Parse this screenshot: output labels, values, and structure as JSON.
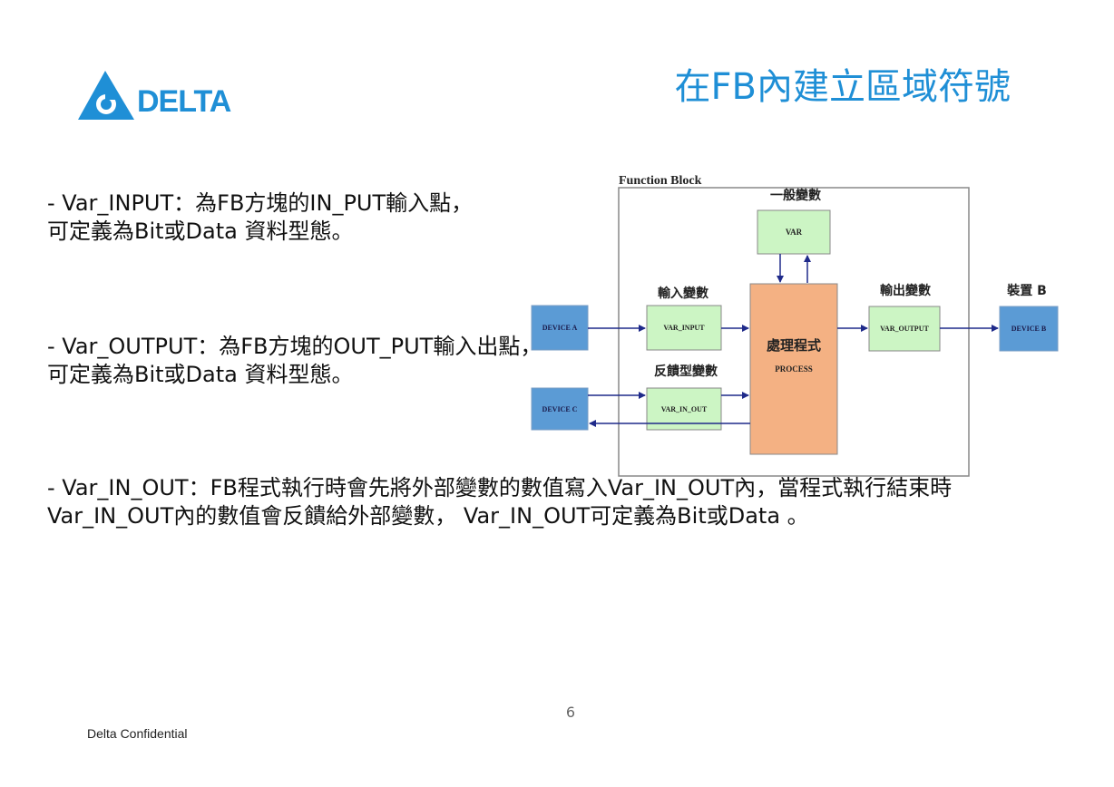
{
  "header": {
    "logo_text": "DELTA",
    "title": "在FB內建立區域符號"
  },
  "body": {
    "paragraphs": [
      "- Var_INPUT：為FB方塊的IN_PUT輸入點，可定義為Bit或Data 資料型態。",
      "- Var_OUTPUT：為FB方塊的OUT_PUT輸入出點，可定義為Bit或Data 資料型態。",
      "- Var_IN_OUT：FB程式執行時會先將外部變數的數值寫入Var_IN_OUT內，當程式執行結束時Var_IN_OUT內的數值會反饋給外部變數， Var_IN_OUT可定義為Bit或Data 。"
    ]
  },
  "diagram": {
    "frame_title": "Function Block",
    "general_var_label": "一般變數",
    "var_box": "VAR",
    "input_var_label": "輸入變數",
    "var_input_box": "VAR_INPUT",
    "process_label": "處理程式",
    "process_box": "PROCESS",
    "output_var_label": "輸出變數",
    "var_output_box": "VAR_OUTPUT",
    "device_b_label": "裝置 B",
    "device_a_box": "DEVICE A",
    "device_b_box": "DEVICE B",
    "feedback_var_label": "反饋型變數",
    "var_in_out_box": "VAR_IN_OUT",
    "device_c_box": "DEVICE C",
    "colors": {
      "device_fill": "#5b9bd5",
      "var_fill": "#ccf5c4",
      "process_fill": "#f4b183",
      "arrow": "#1f2a8a"
    }
  },
  "footer": {
    "page_number": "6",
    "confidential": "Delta Confidential"
  }
}
